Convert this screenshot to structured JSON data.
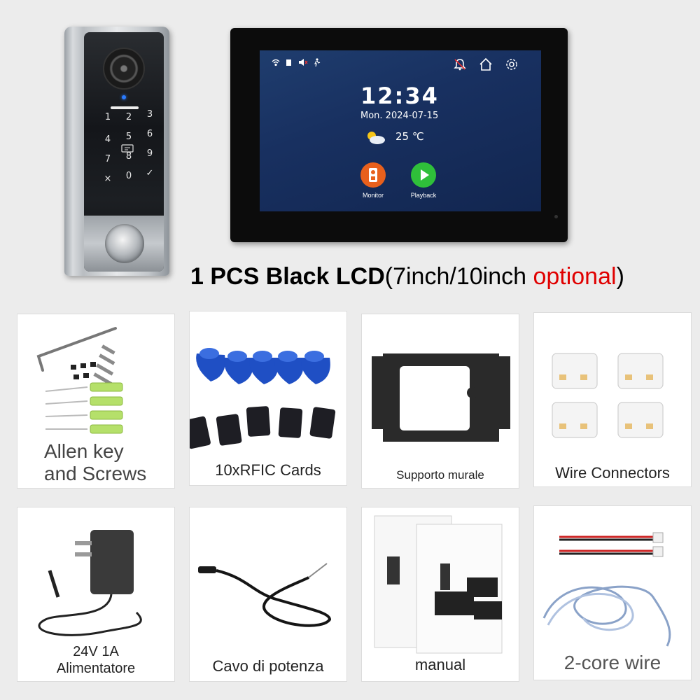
{
  "doorbell": {
    "keys": [
      "1",
      "2",
      "3",
      "4",
      "5",
      "6",
      "7",
      "8",
      "9",
      "×",
      "0",
      "✓"
    ]
  },
  "monitor": {
    "time": "12:34",
    "date": "Mon. 2024-07-15",
    "temperature": "25 ℃",
    "apps": [
      {
        "label": "Monitor",
        "color": "#e8601c"
      },
      {
        "label": "Playback",
        "color": "#2fbf3a"
      }
    ]
  },
  "caption": {
    "bold": "1 PCS Black LCD",
    "regular_open": "(7inch/10inch ",
    "red": "optional",
    "regular_close": ")"
  },
  "items": [
    {
      "label_line1": "Allen key",
      "label_line2": "and Screws"
    },
    {
      "label": "10xRFIC Cards"
    },
    {
      "label": "Supporto murale"
    },
    {
      "label": "Wire Connectors"
    },
    {
      "label_line1": "24V 1A",
      "label_line2": "Alimentatore"
    },
    {
      "label": "Cavo di potenza"
    },
    {
      "label": "manual"
    },
    {
      "label": "2-core wire"
    }
  ],
  "colors": {
    "rfid_blue": "#1f4fc4",
    "optional_red": "#e00000"
  }
}
